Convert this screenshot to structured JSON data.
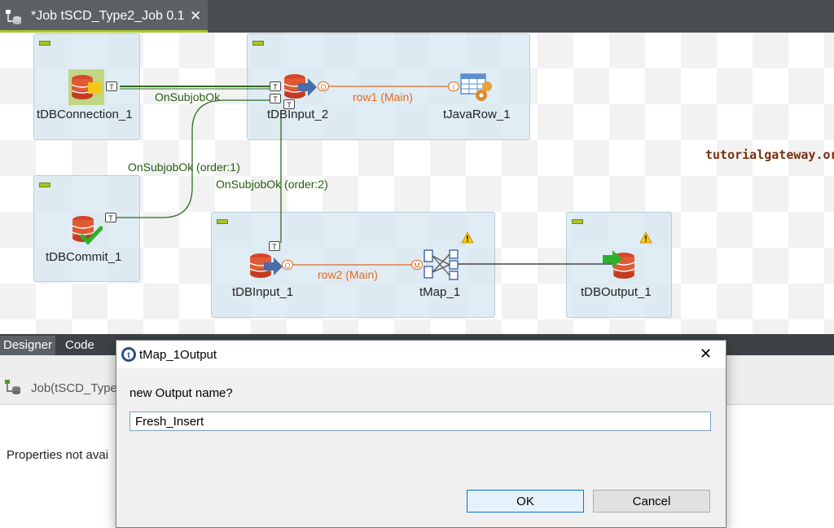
{
  "editor_tab": {
    "title": "*Job tSCD_Type2_Job 0.1",
    "close": "✕"
  },
  "watermark": "tutorialgateway.org",
  "components": {
    "db_connection": "tDBConnection_1",
    "db_input_2": "tDBInput_2",
    "java_row": "tJavaRow_1",
    "db_commit": "tDBCommit_1",
    "db_input_1": "tDBInput_1",
    "tmap": "tMap_1",
    "db_output": "tDBOutput_1"
  },
  "links": {
    "on_subjob_ok": "OnSubjobOk",
    "on_subjob_ok_order1": "OnSubjobOk (order:1)",
    "on_subjob_ok_order2": "OnSubjobOk (order:2)",
    "row1": "row1 (Main)",
    "row2": "row2 (Main)"
  },
  "connectors": {
    "trigger": "T",
    "output": "O",
    "input": "I",
    "map": "M"
  },
  "bottom_tabs": {
    "designer": "Designer",
    "code": "Code"
  },
  "properties": {
    "title": "Job(tSCD_Type",
    "tail": ")",
    "message": "Properties not avai"
  },
  "dialog": {
    "title": "tMap_1Output",
    "close": "✕",
    "prompt": "new Output name?",
    "value": "Fresh_Insert",
    "ok": "OK",
    "cancel": "Cancel"
  },
  "colors": {
    "trigger_link": "#2d6a1f",
    "main_link": "#e06a22",
    "subjob_toggle": "#a8c428"
  },
  "icons": [
    "job-icon",
    "db-connection-icon",
    "db-input-icon",
    "java-row-icon",
    "db-commit-icon",
    "tmap-icon",
    "db-output-icon",
    "warning-icon",
    "talend-icon",
    "close-icon"
  ]
}
